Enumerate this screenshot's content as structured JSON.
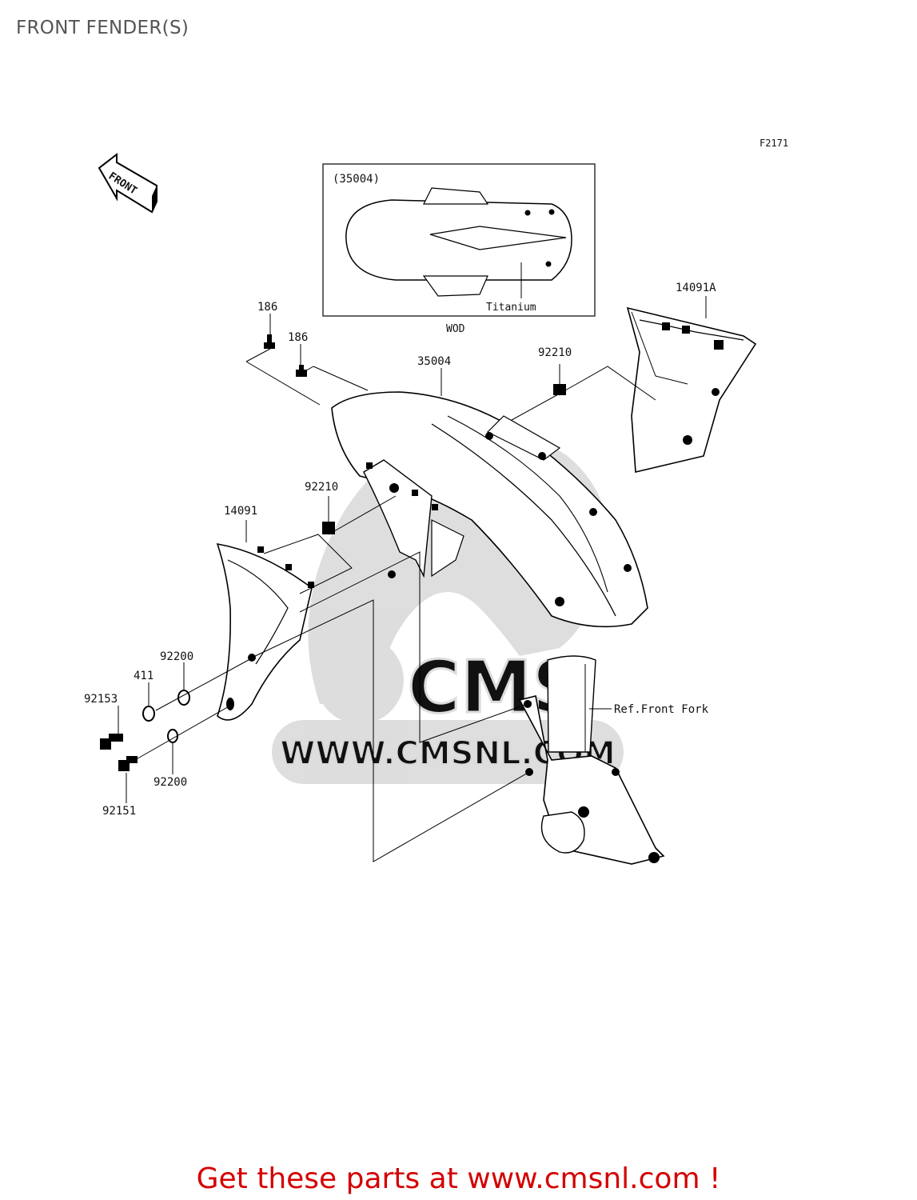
{
  "page": {
    "title": "FRONT FENDER(S)"
  },
  "diagram": {
    "figure_code": "F2171",
    "front_arrow_label": "FRONT",
    "inset": {
      "label": "(35004)",
      "material": "Titanium",
      "variant": "WOD"
    },
    "watermark": {
      "brand": "CMS",
      "url": "WWW.CMSNL.COM"
    },
    "reference_label": "Ref.Front Fork",
    "callouts": {
      "bolt_186_a": "186",
      "bolt_186_b": "186",
      "fender": "35004",
      "nut_92210_upper": "92210",
      "nut_92210_lower": "92210",
      "cover_right": "14091A",
      "cover_left": "14091",
      "washer_92200_upper": "92200",
      "washer_92200_lower": "92200",
      "collar_411": "411",
      "bolt_92153": "92153",
      "bolt_92151": "92151"
    }
  },
  "footer": {
    "promo_text": "Get these parts at www.cmsnl.com !",
    "promo_color": "#d40000"
  }
}
